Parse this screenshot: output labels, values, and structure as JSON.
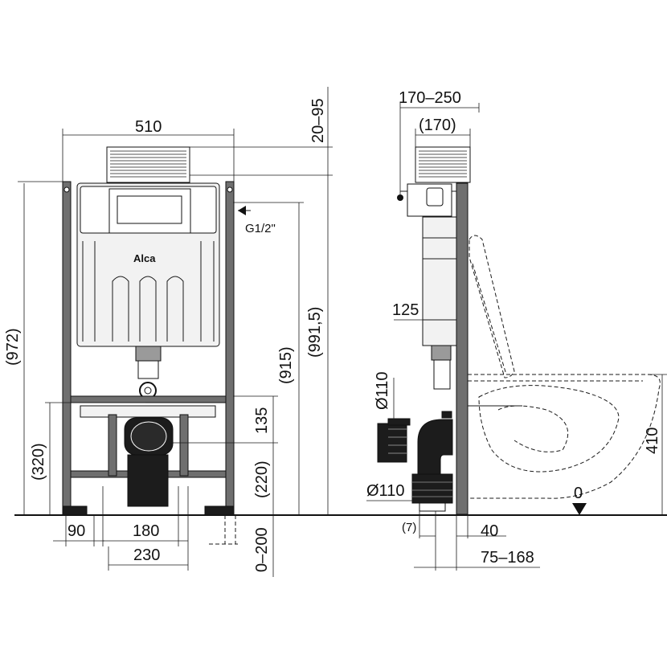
{
  "brand": {
    "logo_text": "Alca"
  },
  "front_view": {
    "width_top": "510",
    "height_total": "(972)",
    "height_915": "(915)",
    "height_991": "(991,5)",
    "height_320": "(320)",
    "height_135": "135",
    "height_220": "(220)",
    "bottom_90": "90",
    "bottom_180": "180",
    "bottom_230": "230",
    "adjust_0_200": "0–200",
    "top_20_95": "20–95",
    "inlet": "G1/2\""
  },
  "side_view": {
    "depth_170_250": "170–250",
    "depth_170": "(170)",
    "tank_125": "125",
    "pipe_d110_upper": "Ø110",
    "pipe_d110_lower": "Ø110",
    "offset_7": "(7)",
    "depth_40": "40",
    "depth_75_168": "75–168",
    "bowl_410": "410",
    "floor_zero": "0"
  }
}
